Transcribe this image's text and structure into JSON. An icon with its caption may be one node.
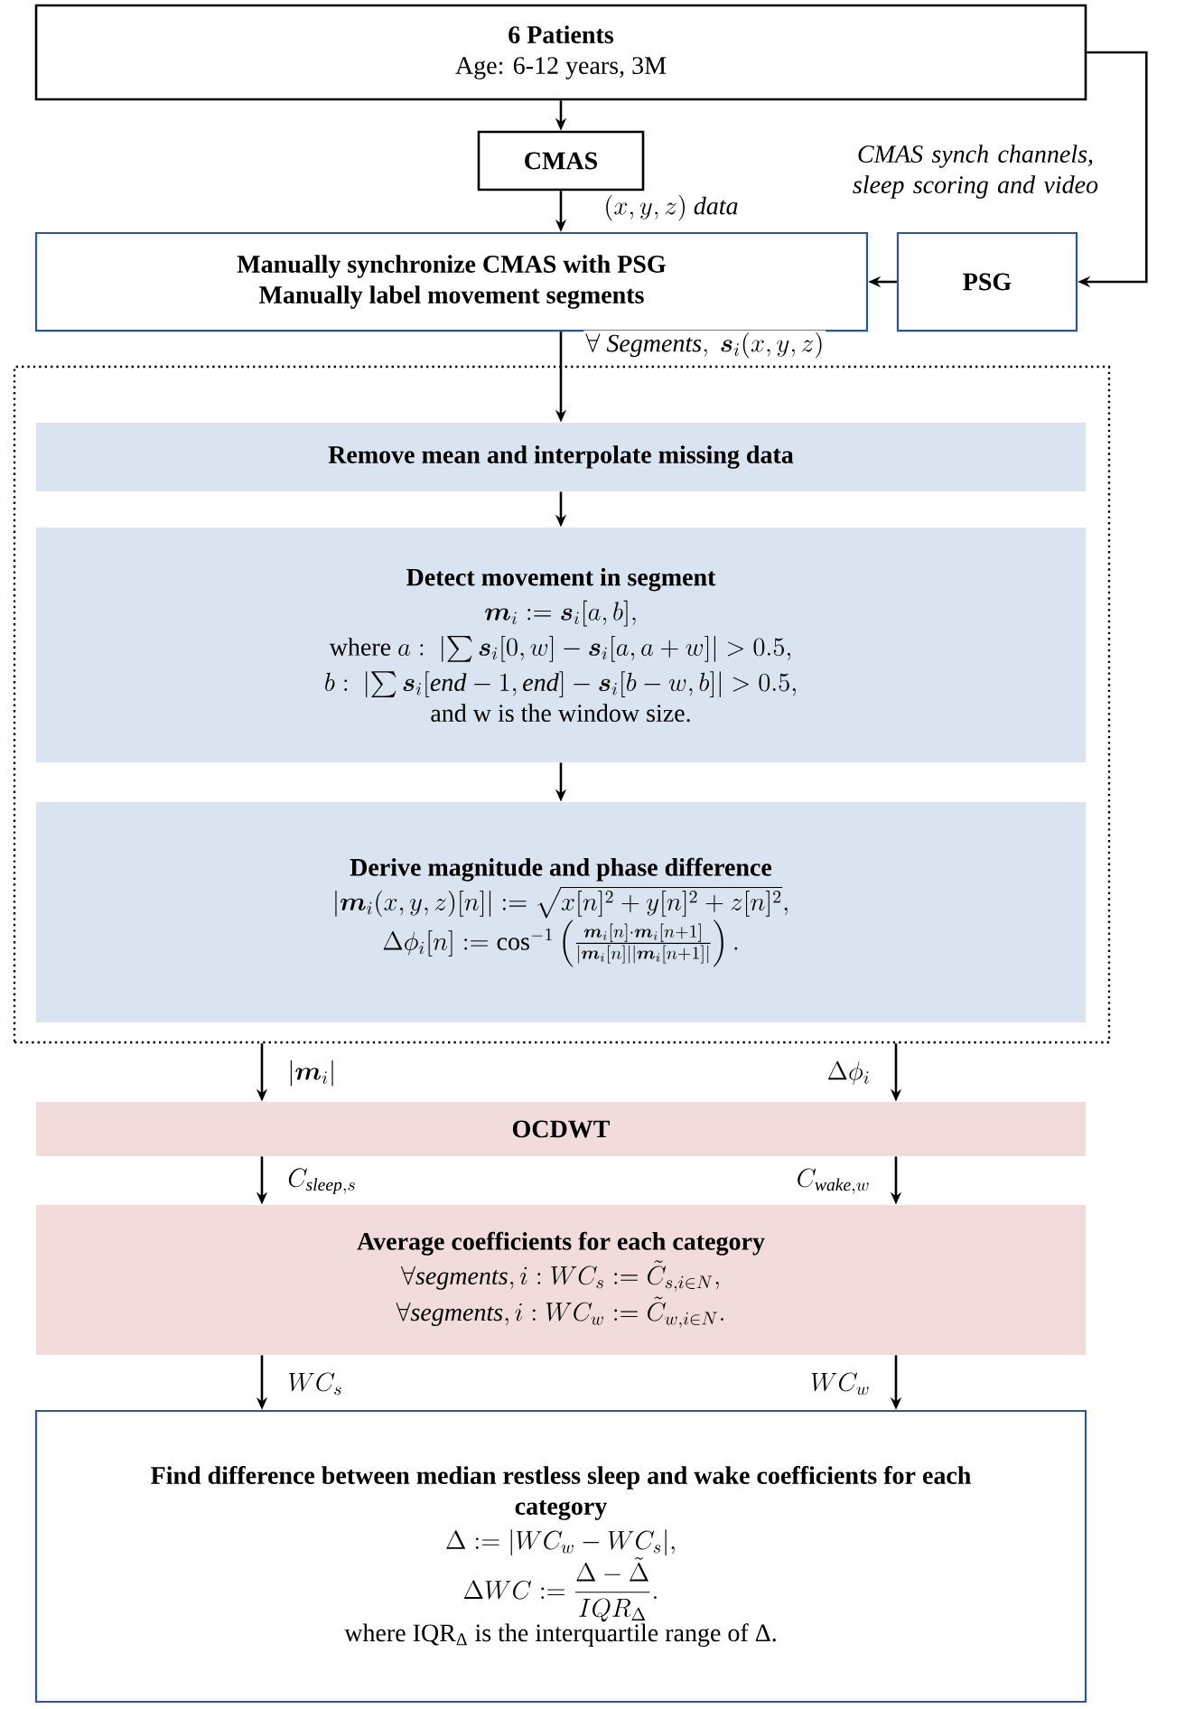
{
  "diagram": {
    "nodes": [
      {
        "text": [
          "6 Patients",
          "Age: 6-12 years, 3M"
        ]
      },
      {
        "text": [
          "CMAS"
        ]
      },
      {
        "text": [
          "Manually synchronize CMAS with PSG",
          "Manually label movement segments"
        ]
      },
      {
        "text": [
          "PSG"
        ]
      },
      {
        "text": [],
        "shape": "box"
      },
      {
        "text": [
          "Remove mean and interpolate missing data"
        ],
        "in": 4
      },
      {
        "text": [
          "Detect movement in segment",
          "\\boldsymbol{m}_i \\mathrel{:=} \\boldsymbol{s}_i[a,b],",
          "\\text{where } a:\\ \\left|\\sum \\boldsymbol{s}_i[0,w]-\\boldsymbol{s}_i[a,a+w]\\right| > 0.5,",
          "b:\\ \\left|\\sum \\boldsymbol{s}_i[\\mathit{end}-1,\\mathit{end}]-\\boldsymbol{s}_i[b-w,b]\\right| > 0.5,",
          "and w is the window size."
        ],
        "in": 4
      },
      {
        "text": [
          "Derive magnitude and phase difference",
          "|\\boldsymbol{m}_i(x,y,z)[n]| \\mathrel{:=} \\sqrt{x[n]^2+y[n]^2+z[n]^2},",
          "\\Delta\\phi_i[n] \\mathrel{:=} \\cos^{-1}\\left(\\frac{\\boldsymbol{m}_i[n]\\cdot\\boldsymbol{m}_i[n+1]}{|\\boldsymbol{m}_i[n]||\\boldsymbol{m}_i[n+1]|}\\right)."
        ],
        "in": 4
      },
      {
        "text": [
          "OCDWT"
        ]
      },
      {
        "text": [
          "Average coefficients for each category",
          "\\forall \\mathit{segments}, i: WC_s \\mathrel{:=} \\tilde{C}_{s,i\\in N},",
          "\\forall \\mathit{segments}, i: WC_w \\mathrel{:=} \\tilde{C}_{w,i\\in N}."
        ]
      },
      {
        "text": [
          "Find difference between median restless sleep and wake coefficients for each category",
          "\\Delta \\mathrel{:=} |WC_w - WC_s|,",
          "\\Delta WC \\mathrel{:=} \\frac{\\Delta-\\tilde{\\Delta}}{IQR_\\Delta}.",
          "where IQR$_{Δ}$ is the interquartile range of Δ."
        ]
      }
    ],
    "edges": [
      {
        "from": 0,
        "to": 1,
        "arrow": "to"
      },
      {
        "from": 1,
        "to": 2,
        "arrow": "to",
        "label": "(x,y,z)\\ \\mathit{data}"
      },
      {
        "from": 0,
        "to": 3,
        "arrow": "to",
        "label": "CMAS synch channels, sleep scoring and video"
      },
      {
        "from": 3,
        "to": 2,
        "arrow": "to"
      },
      {
        "from": 2,
        "to": 5,
        "arrow": "to",
        "label": "\\forall\\ \\mathit{Segments},\\ \\boldsymbol{s}_i(x,y,z)"
      },
      {
        "from": 5,
        "to": 6,
        "arrow": "to"
      },
      {
        "from": 6,
        "to": 7,
        "arrow": "to"
      },
      {
        "from": 4,
        "to": 8,
        "arrow": "to",
        "label": "|\\boldsymbol{m}_i|"
      },
      {
        "from": 4,
        "to": 8,
        "arrow": "to",
        "label": "\\Delta\\phi_i"
      },
      {
        "from": 8,
        "to": 9,
        "arrow": "to",
        "label": "C_{\\mathit{sleep},s}"
      },
      {
        "from": 8,
        "to": 9,
        "arrow": "to",
        "label": "C_{\\mathit{wake},w}"
      },
      {
        "from": 9,
        "to": 10,
        "arrow": "to",
        "label": "WC_s"
      },
      {
        "from": 9,
        "to": 10,
        "arrow": "to",
        "label": "WC_w"
      }
    ]
  }
}
